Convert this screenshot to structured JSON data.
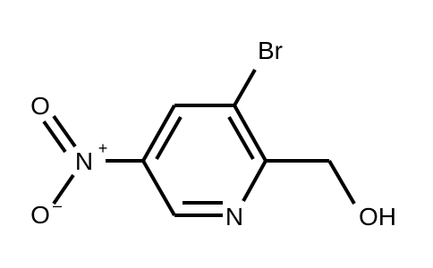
{
  "molecule": {
    "atoms": {
      "bromine": "Br",
      "ring_nitrogen": "N",
      "hydroxyl": "OH",
      "nitro_nitrogen": "N",
      "nitro_nitrogen_charge": "+",
      "nitro_oxygen_top": "O",
      "nitro_oxygen_bottom": "O",
      "nitro_oxygen_bottom_charge": "–"
    },
    "colors": {
      "bond": "#000000",
      "label": "#000000",
      "background": "#ffffff"
    }
  }
}
